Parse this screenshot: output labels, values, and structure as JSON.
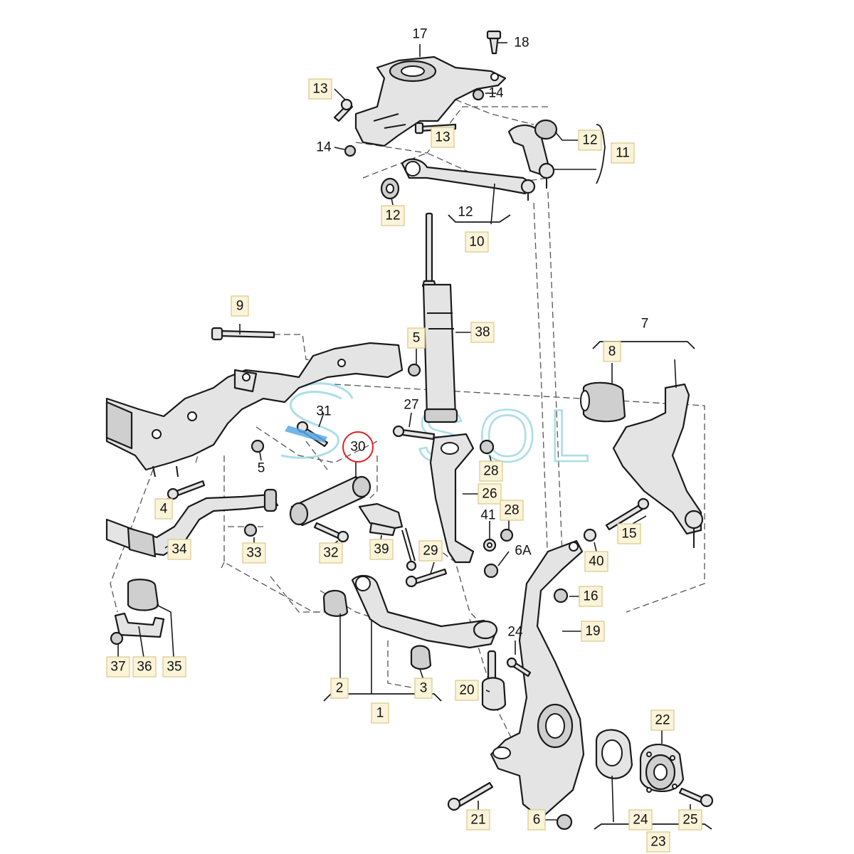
{
  "watermark": {
    "text": "SOL",
    "color": "#8fd3df"
  },
  "highlight": {
    "callout": "30",
    "color": "#e02020"
  },
  "callouts": [
    {
      "id": "c17",
      "label": "17"
    },
    {
      "id": "c18",
      "label": "18"
    },
    {
      "id": "c13a",
      "label": "13"
    },
    {
      "id": "c14a",
      "label": "14"
    },
    {
      "id": "c13b",
      "label": "13"
    },
    {
      "id": "c14b",
      "label": "14"
    },
    {
      "id": "c12a",
      "label": "12"
    },
    {
      "id": "c11",
      "label": "11"
    },
    {
      "id": "c12b",
      "label": "12"
    },
    {
      "id": "c12c",
      "label": "12"
    },
    {
      "id": "c10",
      "label": "10"
    },
    {
      "id": "c9",
      "label": "9"
    },
    {
      "id": "c5a",
      "label": "5"
    },
    {
      "id": "c38",
      "label": "38"
    },
    {
      "id": "c7",
      "label": "7"
    },
    {
      "id": "c8",
      "label": "8"
    },
    {
      "id": "c31",
      "label": "31"
    },
    {
      "id": "c27",
      "label": "27"
    },
    {
      "id": "c30",
      "label": "30"
    },
    {
      "id": "c5b",
      "label": "5"
    },
    {
      "id": "c28a",
      "label": "28"
    },
    {
      "id": "c26",
      "label": "26"
    },
    {
      "id": "c4",
      "label": "4"
    },
    {
      "id": "c41",
      "label": "41"
    },
    {
      "id": "c28b",
      "label": "28"
    },
    {
      "id": "c15",
      "label": "15"
    },
    {
      "id": "c33",
      "label": "33"
    },
    {
      "id": "c32",
      "label": "32"
    },
    {
      "id": "c39",
      "label": "39"
    },
    {
      "id": "c6A",
      "label": "6A"
    },
    {
      "id": "c29",
      "label": "29"
    },
    {
      "id": "c40",
      "label": "40"
    },
    {
      "id": "c34",
      "label": "34"
    },
    {
      "id": "c16",
      "label": "16"
    },
    {
      "id": "c19",
      "label": "19"
    },
    {
      "id": "c24a",
      "label": "24"
    },
    {
      "id": "c37",
      "label": "37"
    },
    {
      "id": "c36",
      "label": "36"
    },
    {
      "id": "c35",
      "label": "35"
    },
    {
      "id": "c2",
      "label": "2"
    },
    {
      "id": "c3",
      "label": "3"
    },
    {
      "id": "c20",
      "label": "20"
    },
    {
      "id": "c1",
      "label": "1"
    },
    {
      "id": "c22",
      "label": "22"
    },
    {
      "id": "c21",
      "label": "21"
    },
    {
      "id": "c6",
      "label": "6"
    },
    {
      "id": "c24b",
      "label": "24"
    },
    {
      "id": "c25",
      "label": "25"
    },
    {
      "id": "c23",
      "label": "23"
    }
  ]
}
